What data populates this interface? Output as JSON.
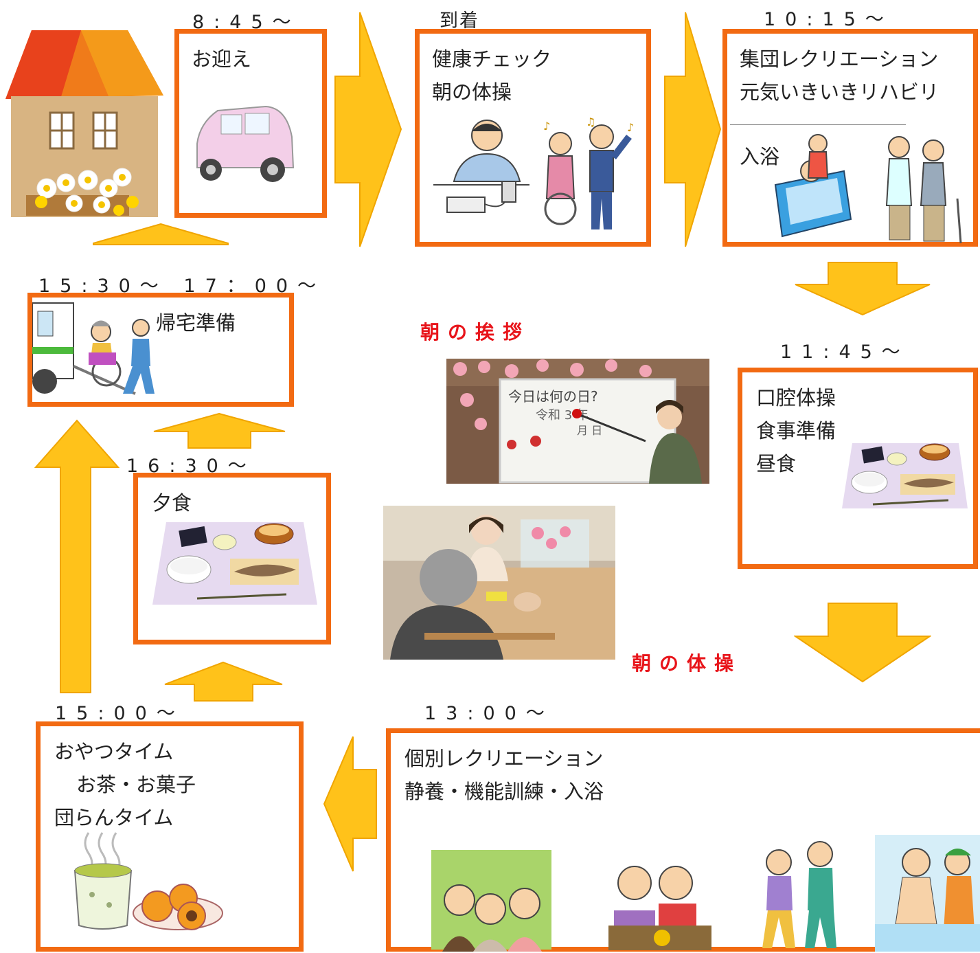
{
  "colors": {
    "box_border": "#f26a12",
    "arrow_fill": "#ffc21a",
    "arrow_stroke": "#f0a500",
    "title_red": "#e8141a"
  },
  "steps": {
    "pickup": {
      "time": "8:45～",
      "label": "お迎え",
      "icon": "car-icon"
    },
    "arrival": {
      "time": "到着",
      "lines": [
        "健康チェック",
        "朝の体操"
      ],
      "icon": "exercise-icon"
    },
    "morning": {
      "time": "10:15～",
      "lines": [
        "集団レクリエーション",
        "元気いきいきリハビリ"
      ],
      "bath_label": "入浴",
      "icon": "bath-icon"
    },
    "lunch": {
      "time": "11:45～",
      "lines": [
        "口腔体操",
        "食事準備",
        "昼食"
      ],
      "icon": "meal-icon"
    },
    "afternoon": {
      "time": "13:00～",
      "lines": [
        "個別レクリエーション",
        "静養・機能訓練・入浴"
      ],
      "icon": "activities-icon"
    },
    "snack": {
      "time": "15:00～",
      "lines": [
        "おやつタイム",
        "お茶・お菓子",
        "団らんタイム"
      ],
      "icon": "tea-icon"
    },
    "dinner": {
      "time": "16:30～",
      "label": "夕食",
      "icon": "meal-icon"
    },
    "return": {
      "time": "15:30～ 17：00～",
      "label": "帰宅準備",
      "icon": "van-icon"
    }
  },
  "photos": {
    "greeting_title": "朝の挨拶",
    "greeting_board": "今日は何の日?",
    "greeting_board_line2": "令和 3 年",
    "greeting_board_line3": "月  日",
    "exercise_title": "朝の体操"
  }
}
